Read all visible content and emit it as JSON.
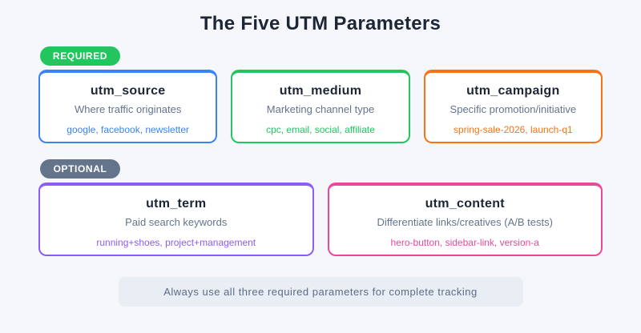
{
  "page": {
    "title": "The Five UTM Parameters",
    "background_color": "#f5f7fa",
    "title_color": "#1e2636"
  },
  "sections": [
    {
      "badge": {
        "label": "REQUIRED",
        "color": "#22c55e"
      },
      "cards": [
        {
          "name": "utm_source",
          "description": "Where traffic originates",
          "examples": "google, facebook, newsletter",
          "accent": "#3b82f6"
        },
        {
          "name": "utm_medium",
          "description": "Marketing channel type",
          "examples": "cpc, email, social, affiliate",
          "accent": "#22c55e"
        },
        {
          "name": "utm_campaign",
          "description": "Specific promotion/initiative",
          "examples": "spring-sale-2026, launch-q1",
          "accent": "#f97316"
        }
      ]
    },
    {
      "badge": {
        "label": "OPTIONAL",
        "color": "#64748b"
      },
      "cards": [
        {
          "name": "utm_term",
          "description": "Paid search keywords",
          "examples": "running+shoes, project+management",
          "accent": "#8b5cf6"
        },
        {
          "name": "utm_content",
          "description": "Differentiate links/creatives (A/B tests)",
          "examples": "hero-button, sidebar-link, version-a",
          "accent": "#ec4899"
        }
      ]
    }
  ],
  "footer": {
    "note": "Always use all three required parameters for complete tracking"
  }
}
